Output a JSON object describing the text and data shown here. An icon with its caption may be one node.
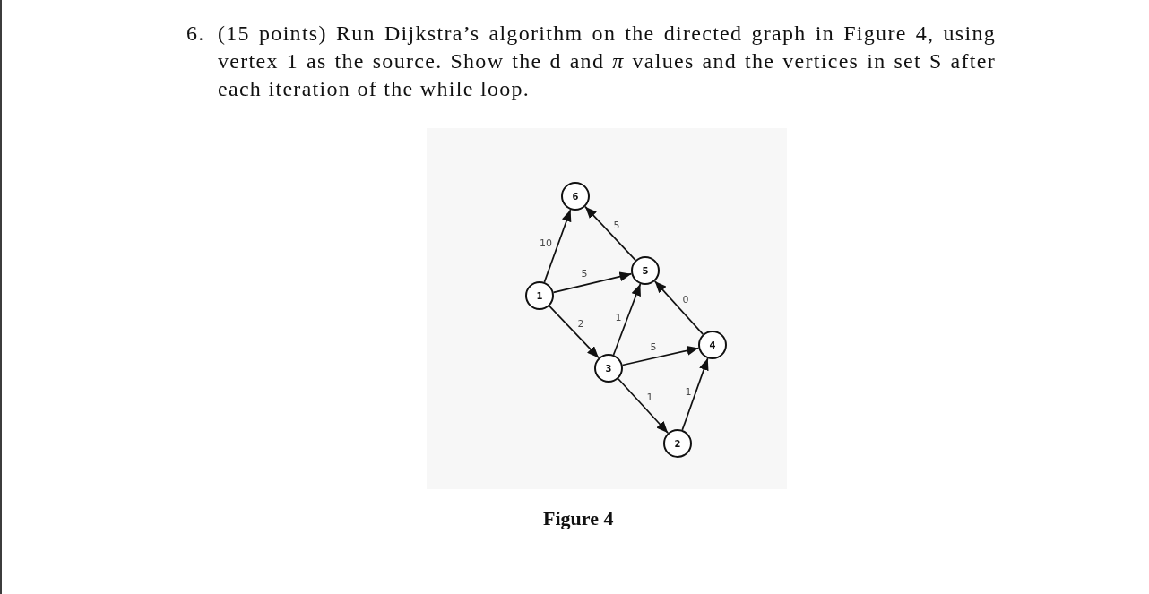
{
  "diagram": {
    "caption": "Figure 4",
    "nodes": [
      {
        "text": [
          "6"
        ]
      },
      {
        "text": [
          "5"
        ]
      },
      {
        "text": [
          "1"
        ]
      },
      {
        "text": [
          "4"
        ]
      },
      {
        "text": [
          "3"
        ]
      },
      {
        "text": [
          "2"
        ]
      }
    ],
    "edges": [
      {
        "from": 2,
        "to": 0,
        "arrow": "to",
        "label": "10"
      },
      {
        "from": 1,
        "to": 0,
        "arrow": "to",
        "label": "5"
      },
      {
        "from": 2,
        "to": 1,
        "arrow": "to",
        "label": "5"
      },
      {
        "from": 2,
        "to": 4,
        "arrow": "to",
        "label": "2"
      },
      {
        "from": 4,
        "to": 1,
        "arrow": "to",
        "label": "1"
      },
      {
        "from": 3,
        "to": 1,
        "arrow": "to",
        "label": "0"
      },
      {
        "from": 4,
        "to": 3,
        "arrow": "to",
        "label": "5"
      },
      {
        "from": 4,
        "to": 5,
        "arrow": "to",
        "label": "1"
      },
      {
        "from": 5,
        "to": 3,
        "arrow": "to",
        "label": "1"
      }
    ],
    "labels": [
      "6.",
      "(15 points) Run Dijkstra’s algorithm on the directed graph in Figure 4, using vertex 1 as the source. Show the d and *π* values and the vertices in set S after each iteration of the while loop."
    ]
  }
}
